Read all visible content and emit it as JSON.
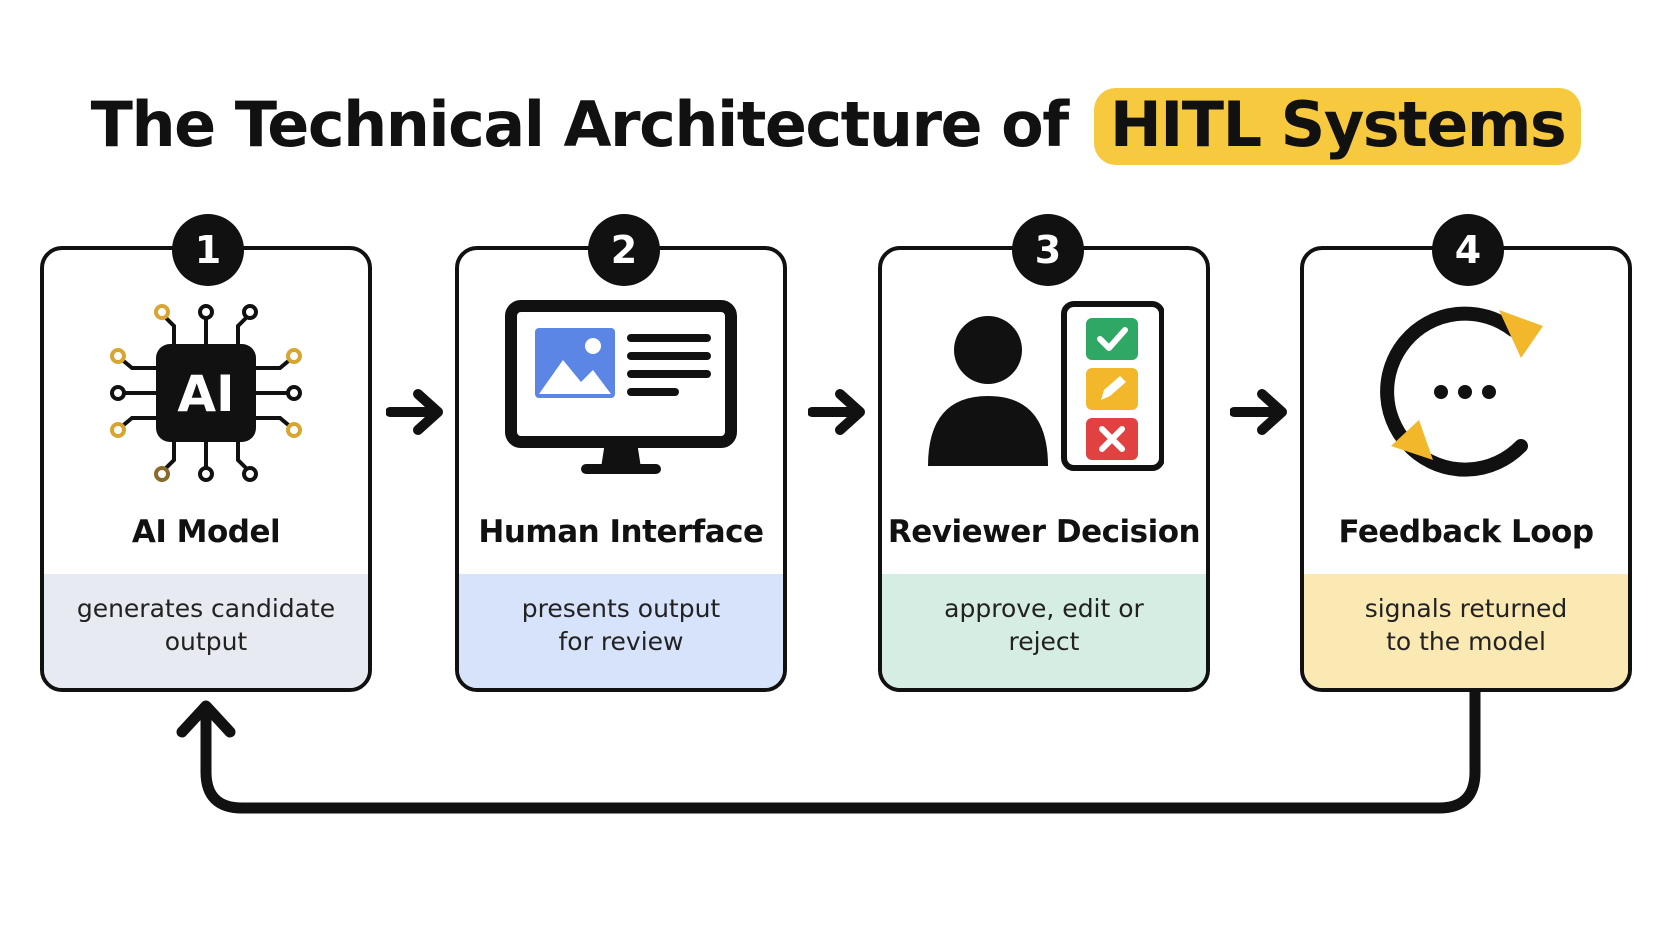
{
  "title": {
    "prefix": "The Technical Architecture of",
    "highlight": "HITL Systems"
  },
  "colors": {
    "highlight": "#f7c93e",
    "ink": "#111111",
    "card1_desc_bg": "#e7eaf0",
    "card2_desc_bg": "#d6e3fb",
    "card3_desc_bg": "#d6ede3",
    "card4_desc_bg": "#fbe9b4",
    "accent_gold": "#d8a531",
    "accent_blue": "#5b86e5",
    "check_green": "#2ea862",
    "edit_yellow": "#f2b72b",
    "reject_red": "#e24141"
  },
  "steps": [
    {
      "number": "1",
      "label": "AI Model",
      "chip_text": "AI",
      "icon": "ai-chip-icon",
      "description": [
        "generates candidate",
        "output"
      ]
    },
    {
      "number": "2",
      "label": "Human Interface",
      "icon": "monitor-icon",
      "description": [
        "presents output",
        "for review"
      ]
    },
    {
      "number": "3",
      "label": "Reviewer Decision",
      "icon": "reviewer-checklist-icon",
      "description": [
        "approve, edit or",
        "reject"
      ]
    },
    {
      "number": "4",
      "label": "Feedback Loop",
      "icon": "feedback-cycle-icon",
      "description": [
        "signals returned",
        "to the model"
      ]
    }
  ]
}
